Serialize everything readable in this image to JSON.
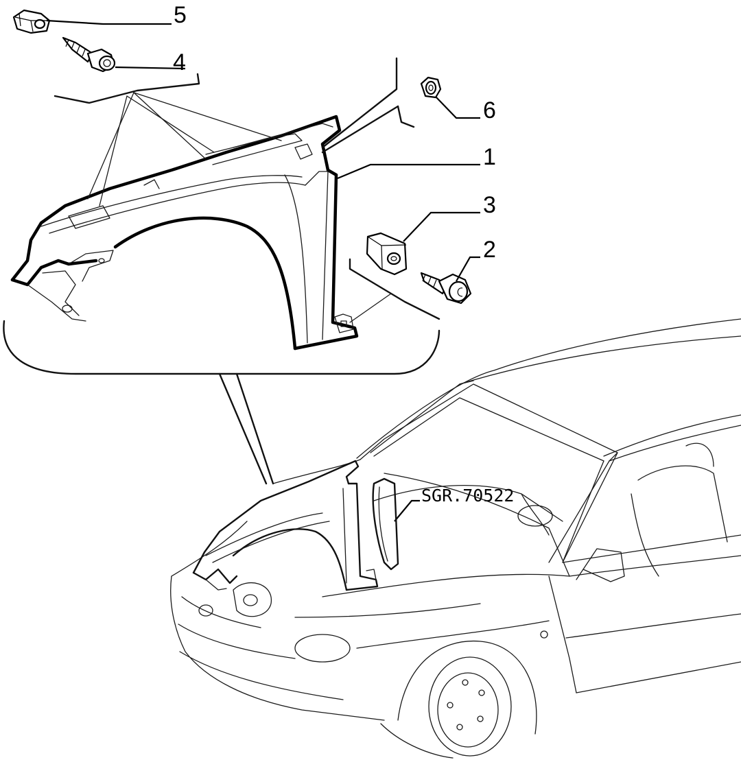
{
  "callouts": [
    {
      "id": "1",
      "label": "1"
    },
    {
      "id": "2",
      "label": "2"
    },
    {
      "id": "3",
      "label": "3"
    },
    {
      "id": "4",
      "label": "4"
    },
    {
      "id": "5",
      "label": "5"
    },
    {
      "id": "6",
      "label": "6"
    }
  ],
  "reference_code": "SGR.70522"
}
